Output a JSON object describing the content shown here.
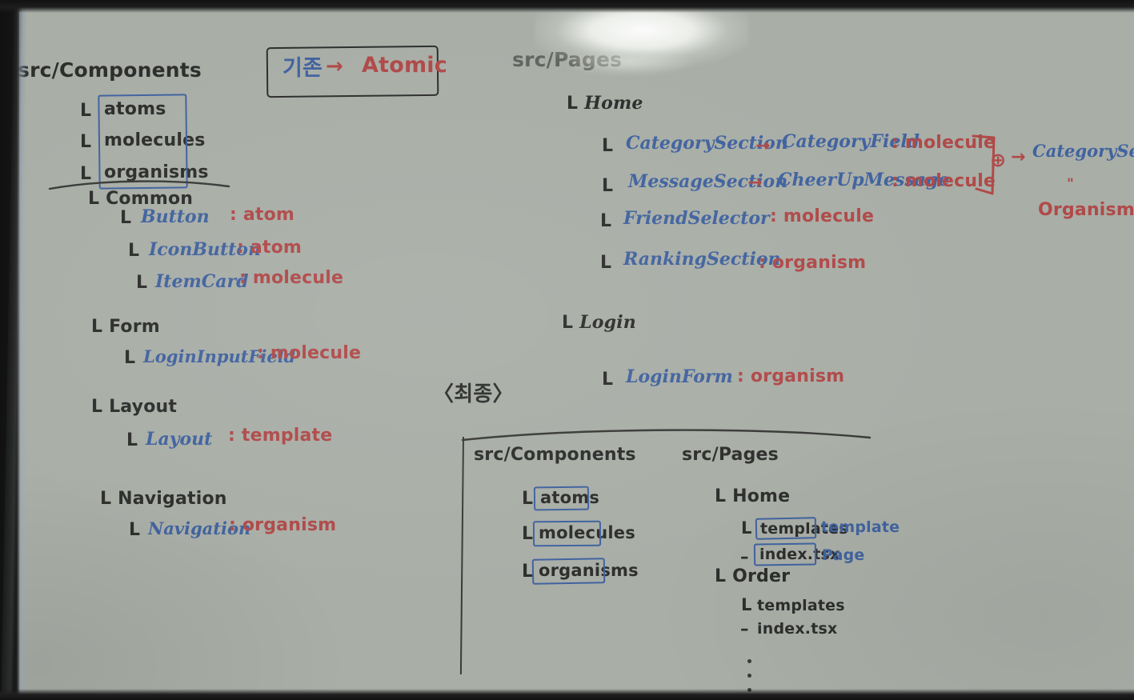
{
  "board": {
    "surface_color": "#a9aea7",
    "ink_black": "#2e2f2d",
    "ink_blue": "#41639f",
    "ink_red": "#b04a49"
  },
  "title_box": {
    "before": "기존",
    "arrow": "→",
    "after": "Atomic"
  },
  "left_tree": {
    "root": "src/Components",
    "boxed_items": [
      "atoms",
      "molecules",
      "organisms"
    ],
    "branch_marker": "L",
    "groups": [
      {
        "name": "Common",
        "children": [
          {
            "name": "Button",
            "kind": "atom"
          },
          {
            "name": "IconButton",
            "kind": "atom"
          },
          {
            "name": "ItemCard",
            "kind": "molecule"
          }
        ]
      },
      {
        "name": "Form",
        "children": [
          {
            "name": "LoginInputField",
            "kind": "molecule"
          }
        ]
      },
      {
        "name": "Layout",
        "children": [
          {
            "name": "Layout",
            "kind": "template"
          }
        ]
      },
      {
        "name": "Navigation",
        "children": [
          {
            "name": "Navigation",
            "kind": "organism"
          }
        ]
      }
    ]
  },
  "right_tree": {
    "root": "src/Pages",
    "pages": [
      {
        "name": "Home",
        "children": [
          {
            "name": "CategorySection",
            "arrow": "→",
            "target": "CategoryField",
            "kind": "molecule"
          },
          {
            "name": "MessageSection",
            "arrow": "→",
            "target": "CheerUpMessage",
            "kind": "molecule"
          },
          {
            "name": "FriendSelector",
            "arrow": "",
            "target": "",
            "kind": "molecule"
          },
          {
            "name": "RankingSection",
            "arrow": "",
            "target": "",
            "kind": "organism"
          }
        ]
      },
      {
        "name": "Login",
        "children": [
          {
            "name": "LoginForm",
            "arrow": "",
            "target": "",
            "kind": "organism"
          }
        ]
      }
    ],
    "combine_note": {
      "plus_symbol": "⊕",
      "arrow": "→",
      "result": "CategorySection",
      "ditto": "\"",
      "result_kind": "Organism"
    }
  },
  "final_section": {
    "heading": "〈최종〉",
    "components": {
      "root": "src/Components",
      "items": [
        "atoms",
        "molecules",
        "organisms"
      ]
    },
    "pages": {
      "root": "src/Pages",
      "folders": [
        {
          "name": "Home",
          "entries": [
            {
              "marker": "L",
              "label": "templates",
              "boxed": true,
              "note": "template"
            },
            {
              "marker": "–",
              "label": "index.tsx",
              "boxed": true,
              "note": "Page"
            }
          ]
        },
        {
          "name": "Order",
          "entries": [
            {
              "marker": "L",
              "label": "templates",
              "boxed": false,
              "note": ""
            },
            {
              "marker": "–",
              "label": "index.tsx",
              "boxed": false,
              "note": ""
            }
          ]
        }
      ],
      "ellipsis": "⋮"
    }
  }
}
